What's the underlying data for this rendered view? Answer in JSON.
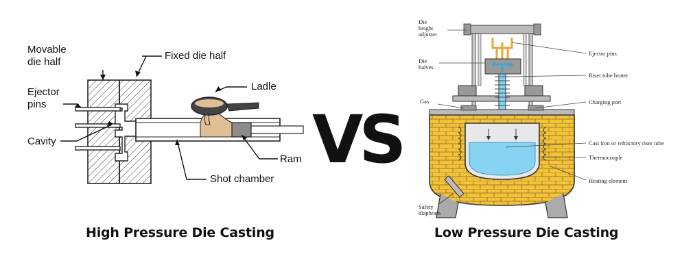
{
  "hpdc": {
    "title": "High Pressure Die Casting",
    "labels": {
      "movable": "Movable",
      "movable2": "die half",
      "fixed": "Fixed die half",
      "ejector": "Ejector",
      "ejector2": "pins",
      "cavity": "Cavity",
      "ladle": "Ladle",
      "ram": "Ram",
      "shot": "Shot chamber"
    }
  },
  "vs": "VS",
  "lpdc": {
    "title": "Low Pressure Die Casting",
    "labels": {
      "die_height_1": "Die",
      "die_height_2": "height",
      "die_height_3": "adjuster",
      "die_halves_1": "Die",
      "die_halves_2": "halves",
      "gas": "Gas",
      "ejector": "Ejector pins",
      "riser_heater": "Riser tube heater",
      "charging": "Charging port",
      "riser_tube": "Cast iron or refractory riser tube",
      "thermocouple": "Thermocouple",
      "heating": "Heating element",
      "safety_1": "Safety",
      "safety_2": "diaphram"
    }
  },
  "colors": {
    "metal": "#E0BE96",
    "brick": "#F2C23C",
    "liquid": "#87D4F2",
    "hatch": "#333333",
    "ram": "#8C8C8C",
    "pin": "#E3A93A"
  }
}
